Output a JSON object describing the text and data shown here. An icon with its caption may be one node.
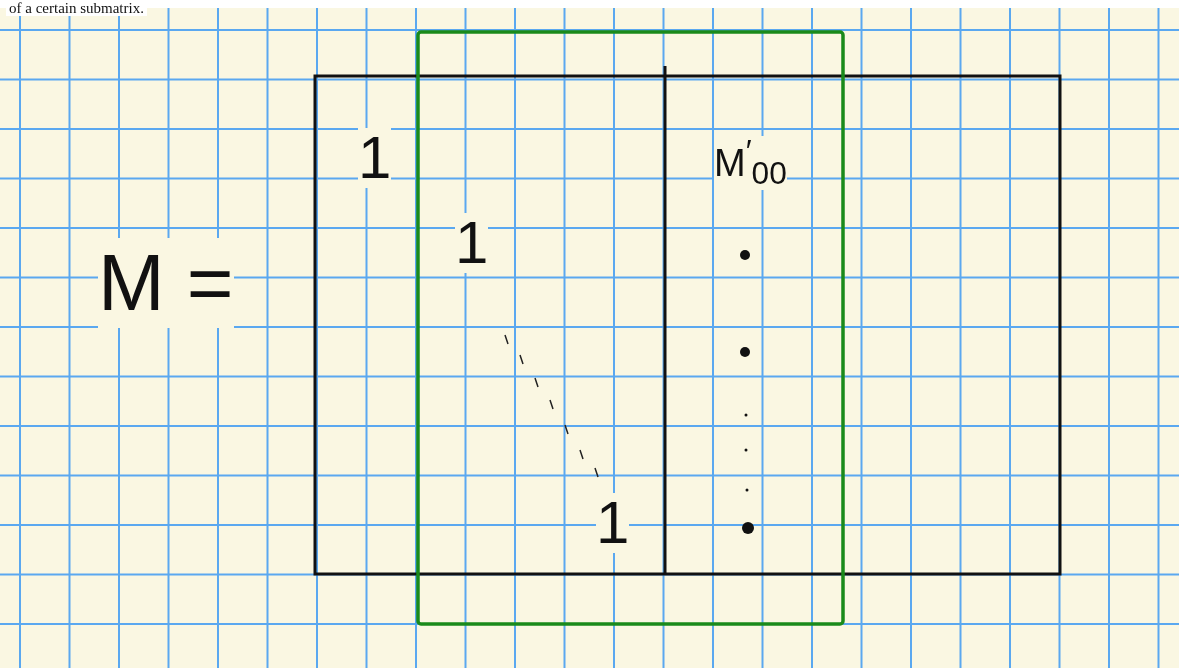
{
  "diagram": {
    "labels": [
      "of a certain submatrix.",
      "M =",
      "1",
      "M$^{′}$$_{00}$",
      "1",
      "1"
    ]
  }
}
